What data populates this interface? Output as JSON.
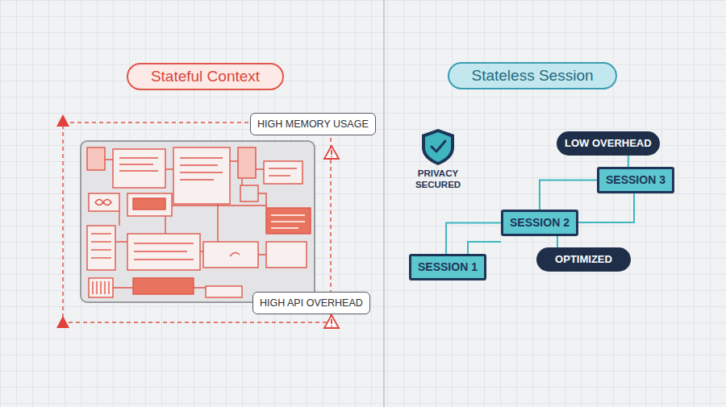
{
  "diagram": {
    "nodes": [
      {
        "text": [
          "Stateful Context"
        ]
      },
      {
        "text": [
          "HIGH MEMORY USAGE"
        ]
      },
      {
        "text": [
          "HIGH API OVERHEAD"
        ]
      },
      {
        "text": [
          "Stateless Session"
        ]
      },
      {
        "text": [
          "LOW OVERHEAD"
        ]
      },
      {
        "text": [
          "SESSION 3"
        ]
      },
      {
        "text": [
          "SESSION 2"
        ]
      },
      {
        "text": [
          "OPTIMIZED"
        ]
      },
      {
        "text": [
          "SESSION 1"
        ]
      }
    ],
    "edges": [
      {
        "from": 8,
        "to": 6,
        "arrow": "none"
      },
      {
        "from": 6,
        "to": 5,
        "arrow": "none"
      },
      {
        "from": 6,
        "to": 7,
        "arrow": "none"
      },
      {
        "from": 5,
        "to": 4,
        "arrow": "none"
      }
    ],
    "labels": [
      "PRIVACY SECURED"
    ]
  }
}
